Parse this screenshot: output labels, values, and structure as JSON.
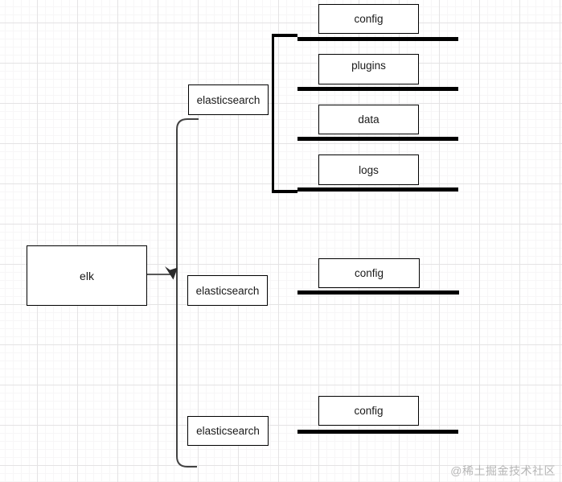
{
  "diagram": {
    "root_label": "elk",
    "branches": [
      {
        "node_label": "elasticsearch",
        "items": [
          "config",
          "plugins",
          "data",
          "logs"
        ]
      },
      {
        "node_label": "elasticsearch",
        "items": [
          "config"
        ]
      },
      {
        "node_label": "elasticsearch",
        "items": [
          "config"
        ]
      }
    ]
  },
  "watermark": {
    "text": "@稀土掘金技术社区"
  },
  "colors": {
    "stroke": "#000000",
    "edge": "#424242",
    "grid-major": "#e4e3e4",
    "grid-minor": "#f7f6f7",
    "watermark": "#b5b5b5",
    "node-fill": "#ffffff",
    "text": "#1a1a1a"
  }
}
